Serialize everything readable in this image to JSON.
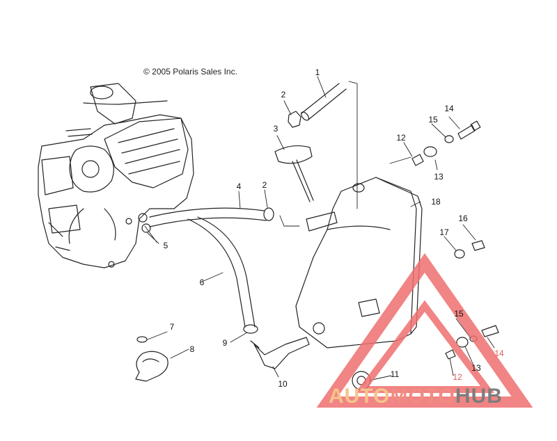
{
  "copyright": "© 2005 Polaris Sales Inc.",
  "callouts": [
    "1",
    "2",
    "3",
    "12",
    "15",
    "14",
    "13",
    "4",
    "2",
    "18",
    "16",
    "17",
    "5",
    "6",
    "7",
    "8",
    "9",
    "10",
    "11",
    "15",
    "14",
    "13",
    "12"
  ],
  "watermark": {
    "part1": "AUTO",
    "part2": "MOTO",
    "part3": "HUB",
    "color_auto": "#f6c48a",
    "color_moto": "#f08c82",
    "color_hub": "#7d7d7d",
    "triangle_color": "#ef6f6f"
  }
}
